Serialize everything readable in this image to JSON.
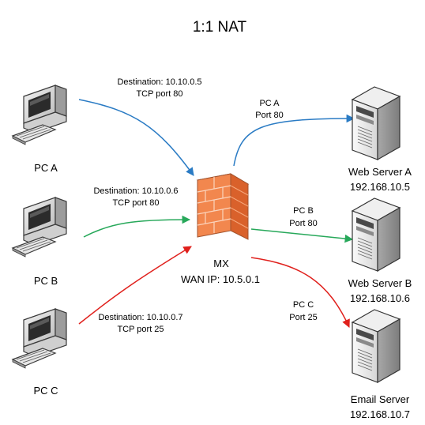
{
  "title": "1:1 NAT",
  "clients": [
    {
      "name": "PC A",
      "dest_line": "Destination: 10.10.0.5",
      "port_line": "TCP port 80"
    },
    {
      "name": "PC B",
      "dest_line": "Destination: 10.10.0.6",
      "port_line": "TCP port 80"
    },
    {
      "name": "PC C",
      "dest_line": "Destination: 10.10.0.7",
      "port_line": "TCP port 25"
    }
  ],
  "firewall": {
    "name": "MX",
    "wan": "WAN IP: 10.5.0.1"
  },
  "servers": [
    {
      "name": "Web Server A",
      "ip": "192.168.10.5",
      "from_line": "PC A",
      "port_line": "Port 80"
    },
    {
      "name": "Web Server B",
      "ip": "192.168.10.6",
      "from_line": "PC B",
      "port_line": "Port 80"
    },
    {
      "name": "Email Server",
      "ip": "192.168.10.7",
      "from_line": "PC C",
      "port_line": "Port 25"
    }
  ],
  "colors": {
    "pc_a_flow": "#2a7bc4",
    "pc_b_flow": "#27a85a",
    "pc_c_flow": "#e0201c",
    "firewall": "#f2874e"
  },
  "icons": {
    "client": "desktop-computer-icon",
    "server": "tower-server-icon",
    "firewall": "brick-firewall-icon"
  }
}
